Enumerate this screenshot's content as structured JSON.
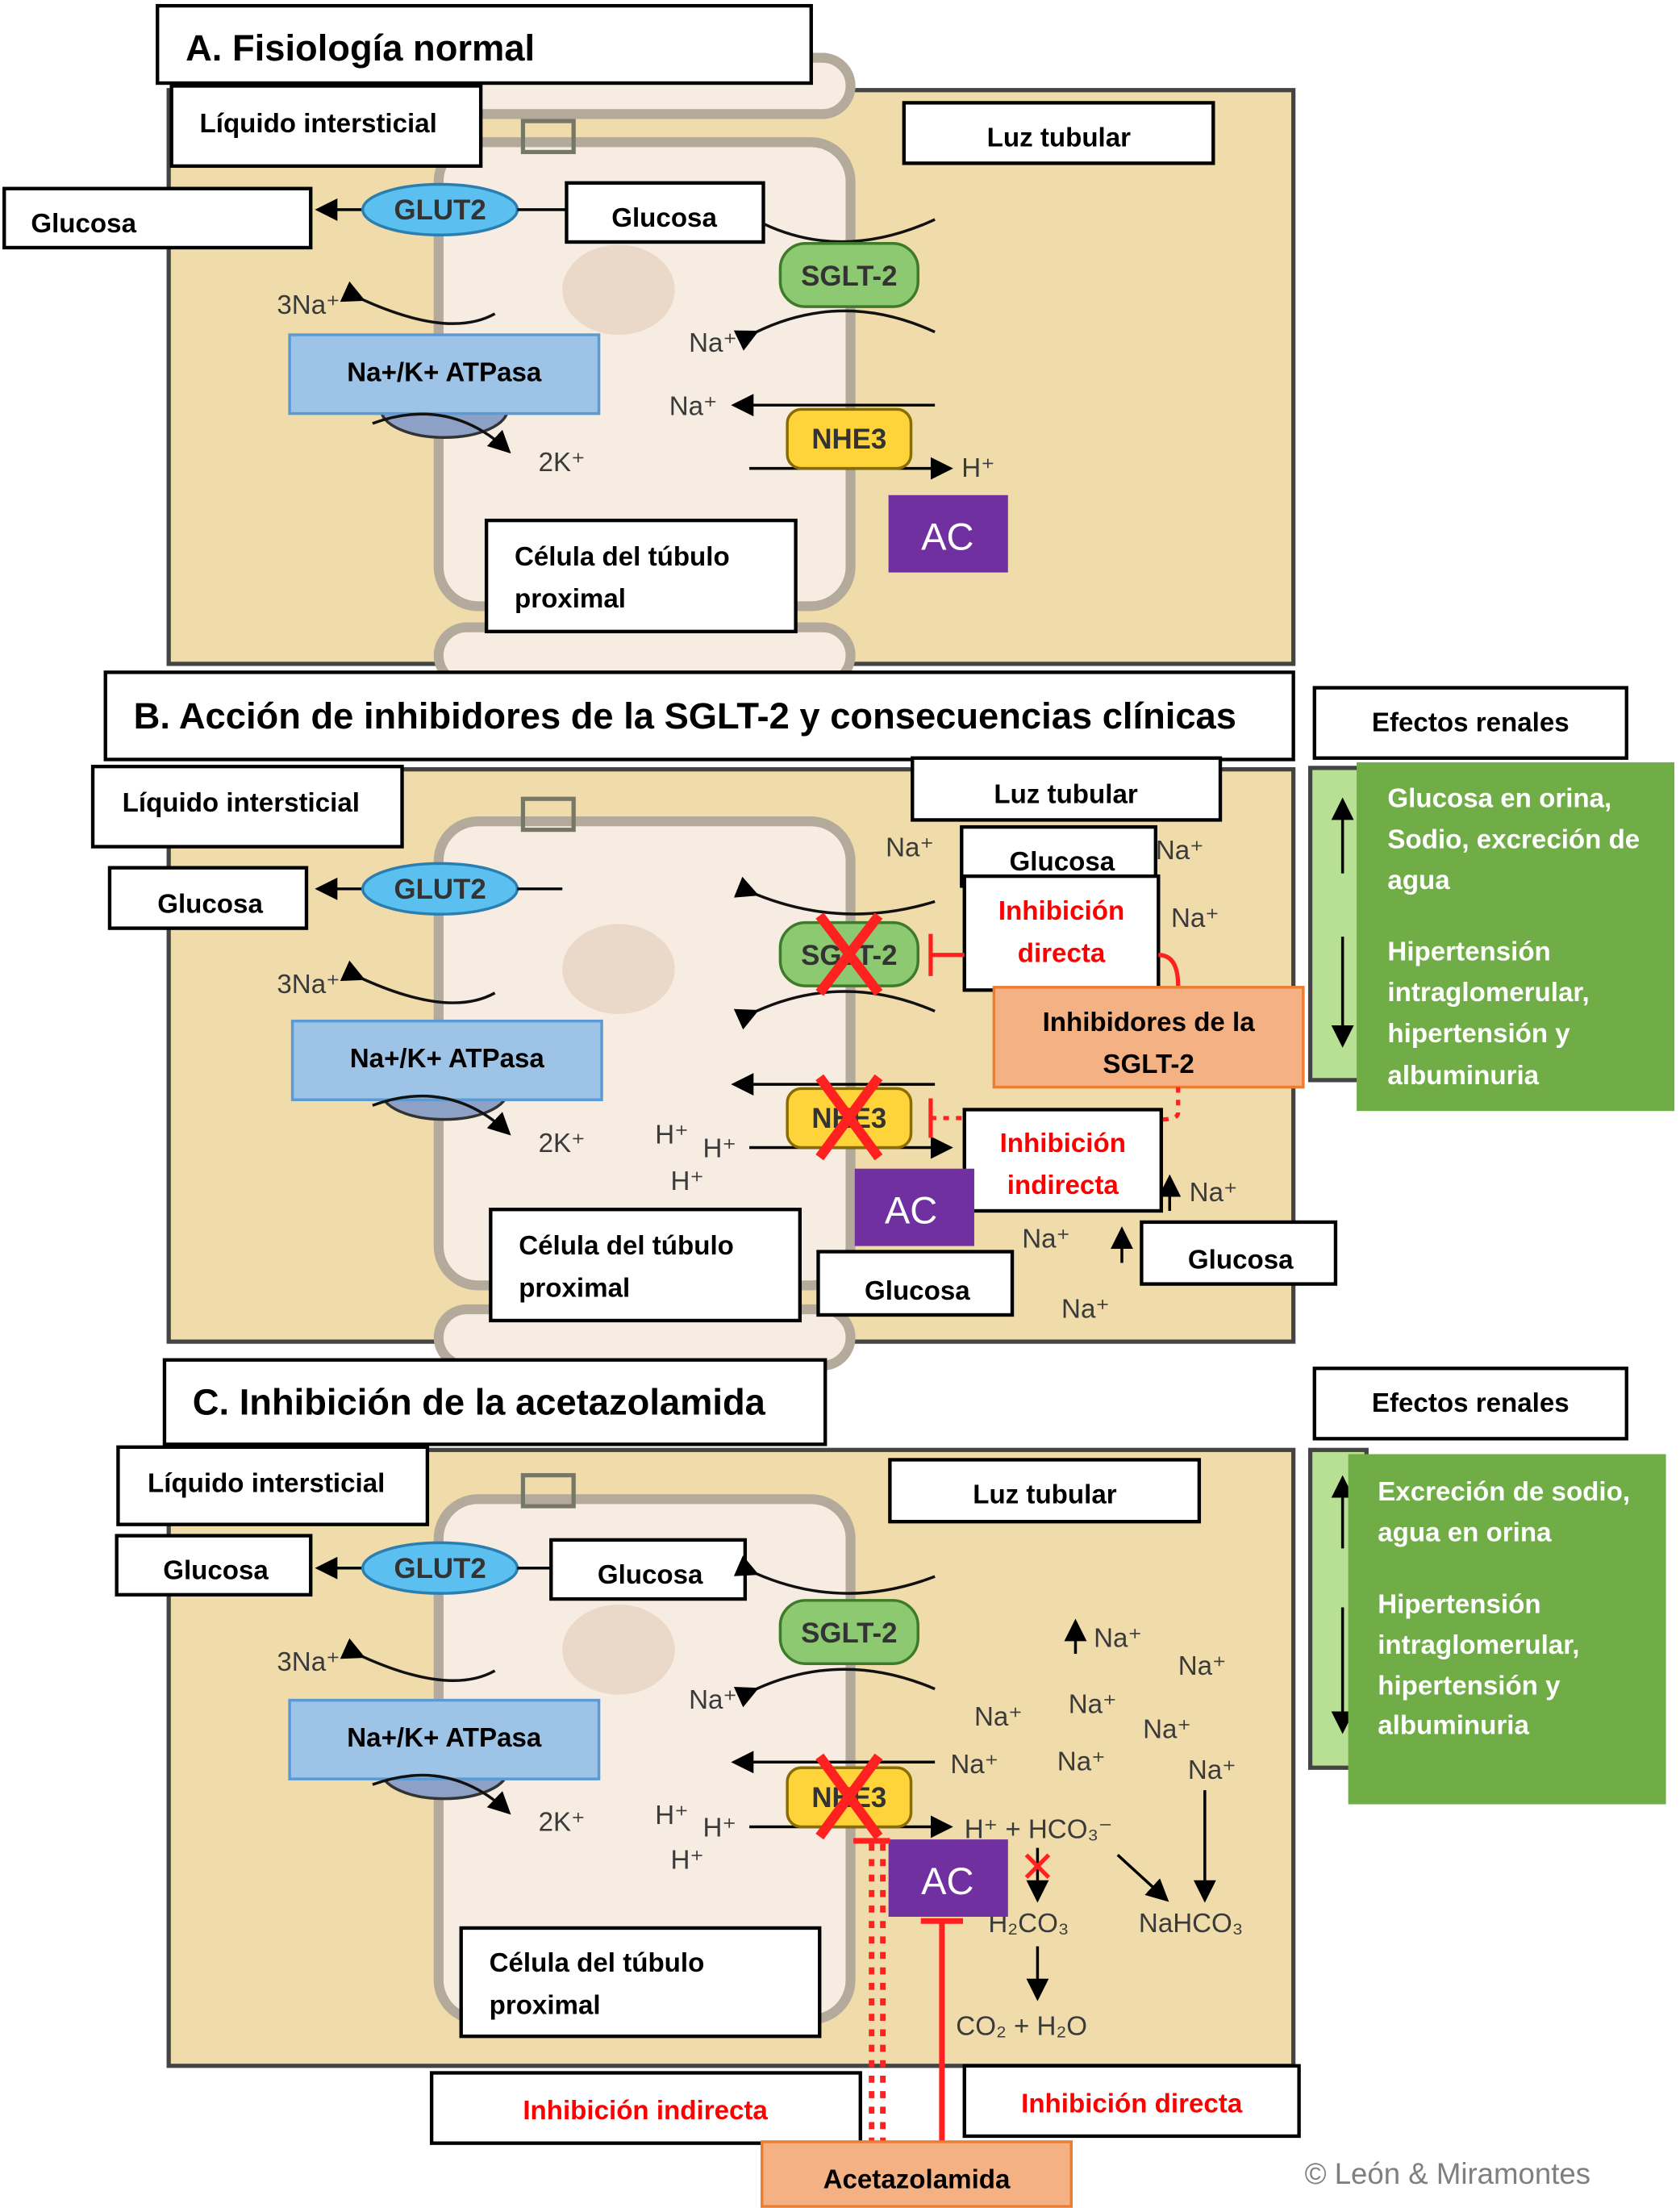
{
  "colors": {
    "tan": "#f0dcaa",
    "glut2": "#5bc0f0",
    "sglt2": "#8dc971",
    "nhe3": "#ffd43b",
    "atpase": "#9dc3e6",
    "ac": "#7030a0",
    "inhibitor": "#f4b183",
    "effects": "#70ad47",
    "effects_bar": "#b8e094",
    "inhibition_text": "#ff0000"
  },
  "panelA": {
    "title": "A. Fisiología normal",
    "interstitial": "Líquido intersticial",
    "lumen": "Luz tubular",
    "glucose_left": "Glucosa",
    "glut2": "GLUT2",
    "glucose_lumen": "Glucosa",
    "sglt2": "SGLT-2",
    "na3": "3Na⁺",
    "atpase": "Na+/K+ ATPasa",
    "k2": "2K⁺",
    "na_sglt": "Na⁺",
    "na_nhe": "Na⁺",
    "nhe3": "NHE3",
    "h": "H⁺",
    "ac": "AC",
    "cell": [
      "Célula del túbulo",
      "proximal"
    ]
  },
  "panelB": {
    "title": "B. Acción de inhibidores de la SGLT-2 y consecuencias clínicas",
    "interstitial": "Líquido intersticial",
    "lumen": "Luz tubular",
    "glucose_left": "Glucosa",
    "glut2": "GLUT2",
    "na3": "3Na⁺",
    "atpase": "Na+/K+ ATPasa",
    "k2": "2K⁺",
    "sglt2": "SGLT-2",
    "nhe3": "NHE3",
    "glucose_lumen": "Glucosa",
    "direct_inhibition": [
      "Inhibición",
      "directa"
    ],
    "inhibitors": [
      "Inhibidores de la",
      "SGLT-2"
    ],
    "indirect_inhibition": [
      "Inhibición",
      "indirecta"
    ],
    "ac": "AC",
    "cell": [
      "Célula del túbulo",
      "proximal"
    ],
    "glucose_bottom": [
      "Glucosa",
      "Glucosa"
    ],
    "na_labels": [
      "Na⁺",
      "Na⁺",
      "Na⁺",
      "Na⁺",
      "Na⁺",
      "Na⁺"
    ],
    "h_labels": [
      "H⁺",
      "H⁺",
      "H⁺"
    ],
    "renal_title": "Efectos renales",
    "effects_up": [
      "Glucosa en orina,",
      "Sodio, excreción de",
      "agua"
    ],
    "effects_down": [
      "Hipertensión",
      "intraglomerular,",
      "hipertensión y",
      "albuminuria"
    ]
  },
  "panelC": {
    "title": "C. Inhibición de la acetazolamida",
    "interstitial": "Líquido intersticial",
    "lumen": "Luz tubular",
    "glucose_left": "Glucosa",
    "glut2": "GLUT2",
    "glucose_lumen": "Glucosa",
    "sglt2": "SGLT-2",
    "na3": "3Na⁺",
    "atpase": "Na+/K+ ATPasa",
    "k2": "2K⁺",
    "na_sglt": "Na⁺",
    "nhe3": "NHE3",
    "ac": "AC",
    "cell": [
      "Célula del túbulo",
      "proximal"
    ],
    "na_labels": [
      "Na⁺",
      "Na⁺",
      "Na⁺",
      "Na⁺",
      "Na⁺",
      "Na⁺",
      "Na⁺",
      "Na⁺"
    ],
    "h_labels": [
      "H⁺",
      "H⁺",
      "H⁺"
    ],
    "h_hco3": "H⁺ + HCO₃⁻",
    "h2co3": "H₂CO₃",
    "nahco3": "NaHCO₃",
    "co2_h2o": "CO₂ + H₂O",
    "indirect_inhibition": "Inhibición indirecta",
    "direct_inhibition": "Inhibición directa",
    "drug": "Acetazolamida",
    "renal_title": "Efectos renales",
    "effects_up": [
      "Excreción de sodio,",
      "agua en orina"
    ],
    "effects_down": [
      "Hipertensión",
      "intraglomerular,",
      "hipertensión y",
      "albuminuria"
    ]
  },
  "credit": "© León & Miramontes"
}
